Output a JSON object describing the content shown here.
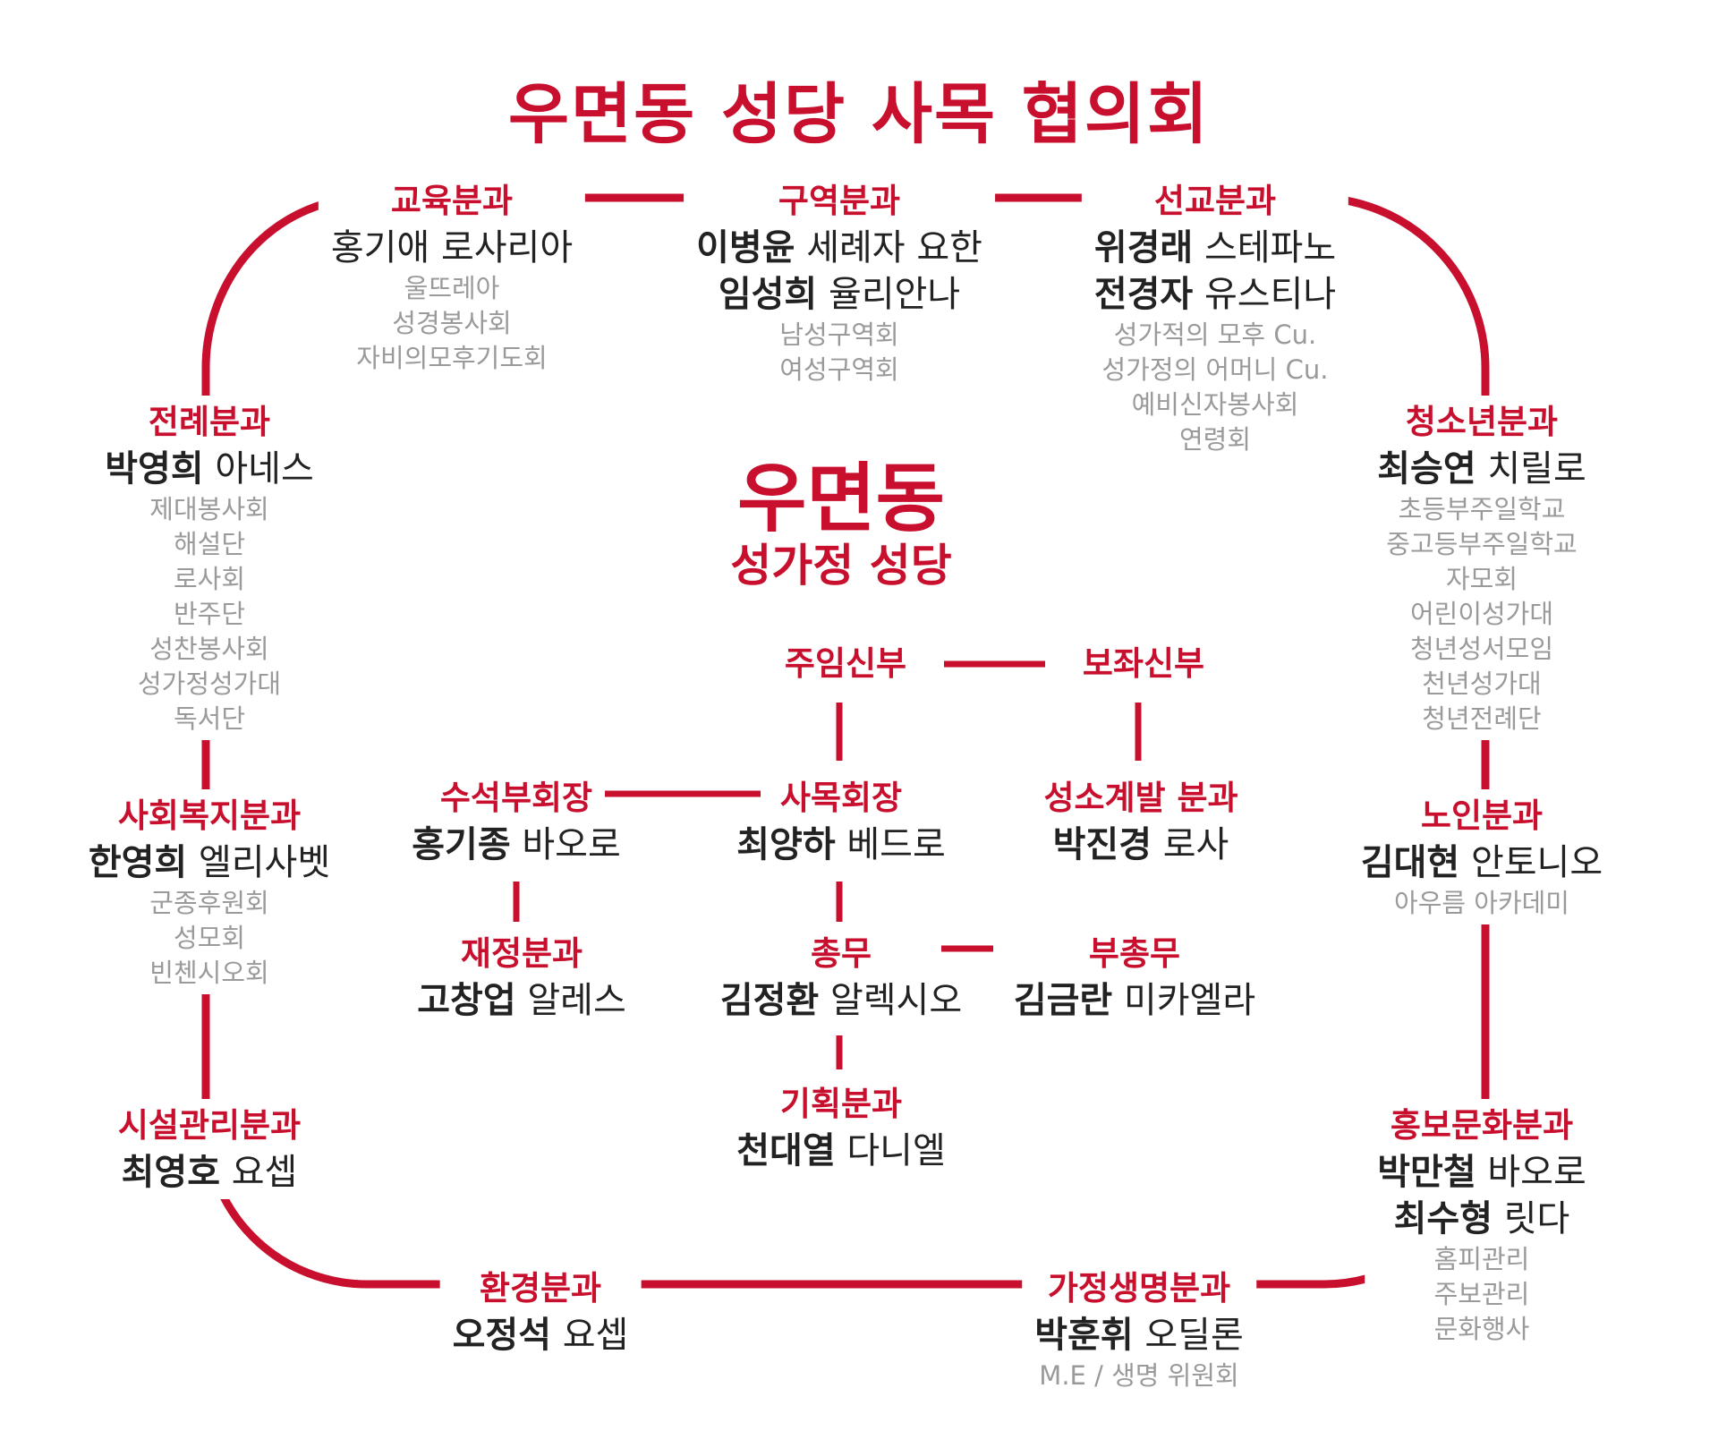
{
  "title": "우면동 성당 사목 협의회",
  "center": {
    "main": "우면동",
    "sub": "성가정 성당"
  },
  "colors": {
    "accent": "#c8102e",
    "person": "#222222",
    "sub": "#9a9a9a"
  },
  "outer": {
    "education": {
      "title": "교육분과",
      "people": [
        {
          "name": "홍기애",
          "baptismal": "로사리아"
        }
      ],
      "groups": [
        "울뜨레아",
        "성경봉사회",
        "자비의모후기도회"
      ]
    },
    "district": {
      "title": "구역분과",
      "people": [
        {
          "name": "이병윤",
          "baptismal": "세례자 요한"
        },
        {
          "name": "임성희",
          "baptismal": "율리안나"
        }
      ],
      "groups": [
        "남성구역회",
        "여성구역회"
      ]
    },
    "mission": {
      "title": "선교분과",
      "people": [
        {
          "name": "위경래",
          "baptismal": "스테파노"
        },
        {
          "name": "전경자",
          "baptismal": "유스티나"
        }
      ],
      "groups": [
        "성가적의 모후 Cu.",
        "성가정의 어머니 Cu.",
        "예비신자봉사회",
        "연령회"
      ]
    },
    "liturgy": {
      "title": "전례분과",
      "people": [
        {
          "name": "박영희",
          "baptismal": "아네스"
        }
      ],
      "groups": [
        "제대봉사회",
        "해설단",
        "로사회",
        "반주단",
        "성찬봉사회",
        "성가정성가대",
        "독서단"
      ]
    },
    "youth": {
      "title": "청소년분과",
      "people": [
        {
          "name": "최승연",
          "baptismal": "치릴로"
        }
      ],
      "groups": [
        "초등부주일학교",
        "중고등부주일학교",
        "자모회",
        "어린이성가대",
        "청년성서모임",
        "천년성가대",
        "청년전례단"
      ]
    },
    "welfare": {
      "title": "사회복지분과",
      "people": [
        {
          "name": "한영희",
          "baptismal": "엘리사벳"
        }
      ],
      "groups": [
        "군종후원회",
        "성모회",
        "빈첸시오회"
      ]
    },
    "elderly": {
      "title": "노인분과",
      "people": [
        {
          "name": "김대현",
          "baptismal": "안토니오"
        }
      ],
      "groups": [
        "아우름 아카데미"
      ]
    },
    "facility": {
      "title": "시설관리분과",
      "people": [
        {
          "name": "최영호",
          "baptismal": "요셉"
        }
      ],
      "groups": []
    },
    "pr": {
      "title": "홍보문화분과",
      "people": [
        {
          "name": "박만철",
          "baptismal": "바오로"
        },
        {
          "name": "최수형",
          "baptismal": "릿다"
        }
      ],
      "groups": [
        "홈피관리",
        "주보관리",
        "문화행사"
      ]
    },
    "environment": {
      "title": "환경분과",
      "people": [
        {
          "name": "오정석",
          "baptismal": "요셉"
        }
      ],
      "groups": []
    },
    "family": {
      "title": "가정생명분과",
      "people": [
        {
          "name": "박훈휘",
          "baptismal": "오딜론"
        }
      ],
      "groups": [
        "M.E / 생명 위원회"
      ]
    }
  },
  "inner": {
    "pastor": {
      "title": "주임신부"
    },
    "assistant": {
      "title": "보좌신부"
    },
    "vice_president": {
      "title": "수석부회장",
      "people": [
        {
          "name": "홍기종",
          "baptismal": "바오로"
        }
      ]
    },
    "president": {
      "title": "사목회장",
      "people": [
        {
          "name": "최양하",
          "baptismal": "베드로"
        }
      ]
    },
    "sanctification": {
      "title": "성소계발 분과",
      "people": [
        {
          "name": "박진경",
          "baptismal": "로사"
        }
      ]
    },
    "finance": {
      "title": "재정분과",
      "people": [
        {
          "name": "고창업",
          "baptismal": "알레스"
        }
      ]
    },
    "general": {
      "title": "총무",
      "people": [
        {
          "name": "김정환",
          "baptismal": "알렉시오"
        }
      ]
    },
    "vice_general": {
      "title": "부총무",
      "people": [
        {
          "name": "김금란",
          "baptismal": "미카엘라"
        }
      ]
    },
    "planning": {
      "title": "기획분과",
      "people": [
        {
          "name": "천대열",
          "baptismal": "다니엘"
        }
      ]
    }
  }
}
